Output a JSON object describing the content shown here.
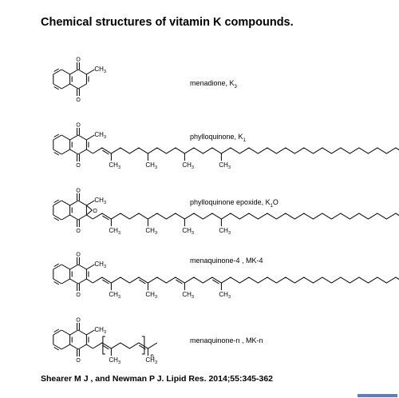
{
  "title": "Chemical structures of vitamin K compounds.",
  "citation": "Shearer M J , and Newman P J. Lipid Res. 2014;55:345-362",
  "compounds": [
    {
      "name": "menadione, K",
      "sub": "3",
      "suffix": ""
    },
    {
      "name": "phylloquinone, K",
      "sub": "1",
      "suffix": ""
    },
    {
      "name": "phylloquinone epoxide, K",
      "sub": "1",
      "suffix": "O"
    },
    {
      "name": "menaquinone-4 , MK-4",
      "sub": "",
      "suffix": ""
    },
    {
      "name": "menaquinone-n , MK-n",
      "sub": "",
      "suffix": ""
    }
  ],
  "atoms": {
    "oxygen": "O",
    "methyl": "CH",
    "methyl_sub": "3",
    "repeat": "n"
  },
  "colors": {
    "ink": "#000000",
    "accent_bar": "#5b7fc4"
  }
}
